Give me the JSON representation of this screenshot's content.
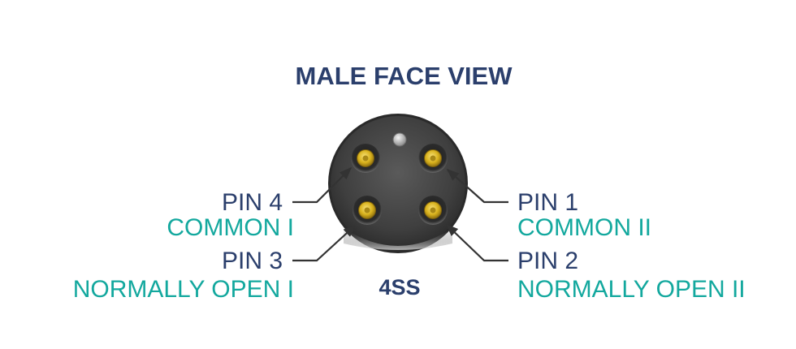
{
  "title": "MALE FACE VIEW",
  "model": "4SS",
  "pins": {
    "pin1": {
      "label": "PIN 1",
      "function": "COMMON II"
    },
    "pin2": {
      "label": "PIN 2",
      "function": "NORMALLY OPEN II"
    },
    "pin3": {
      "label": "PIN 3",
      "function": "NORMALLY OPEN I"
    },
    "pin4": {
      "label": "PIN 4",
      "function": "COMMON I"
    }
  },
  "colors": {
    "label": "#2b3f6c",
    "function": "#13a89e",
    "connector_face": "#3a3a3a",
    "contact": "#d8b11c",
    "leader": "#333333"
  }
}
